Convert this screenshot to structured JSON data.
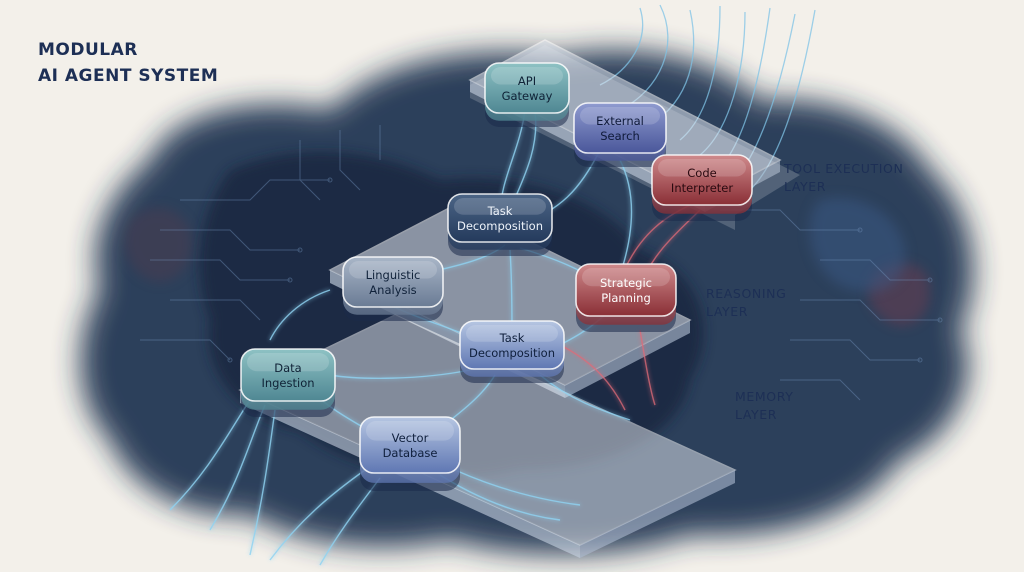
{
  "title": {
    "line1": "MODULAR",
    "line2": "AI AGENT SYSTEM"
  },
  "layers": {
    "tool_execution": {
      "line1": "TOOL EXECUTION",
      "line2": "LAYER"
    },
    "reasoning": {
      "line1": "REASONING",
      "line2": "LAYER"
    },
    "memory": {
      "line1": "MEMORY",
      "line2": "LAYER"
    }
  },
  "nodes": {
    "api_gateway": {
      "line1": "API",
      "line2": "Gateway"
    },
    "external_search": {
      "line1": "External",
      "line2": "Search"
    },
    "code_interpreter": {
      "line1": "Code",
      "line2": "Interpreter"
    },
    "task_decomposition_top": {
      "line1": "Task",
      "line2": "Decomposition"
    },
    "linguistic_analysis": {
      "line1": "Linguistic",
      "line2": "Analysis"
    },
    "strategic_planning": {
      "line1": "Strategic",
      "line2": "Planning"
    },
    "task_decomposition_mid": {
      "line1": "Task",
      "line2": "Decomposition"
    },
    "data_ingestion": {
      "line1": "Data",
      "line2": "Ingestion"
    },
    "vector_database": {
      "line1": "Vector",
      "line2": "Database"
    }
  },
  "colors": {
    "ink_dark": "#1b2a4a",
    "ink_mid": "#2e4470",
    "teal": "#5e9aa6",
    "indigo": "#5566a8",
    "crimson": "#9c3b40",
    "slate": "#6b7d96",
    "glow": "#8fd3f2",
    "paper": "#f3f0ea"
  }
}
